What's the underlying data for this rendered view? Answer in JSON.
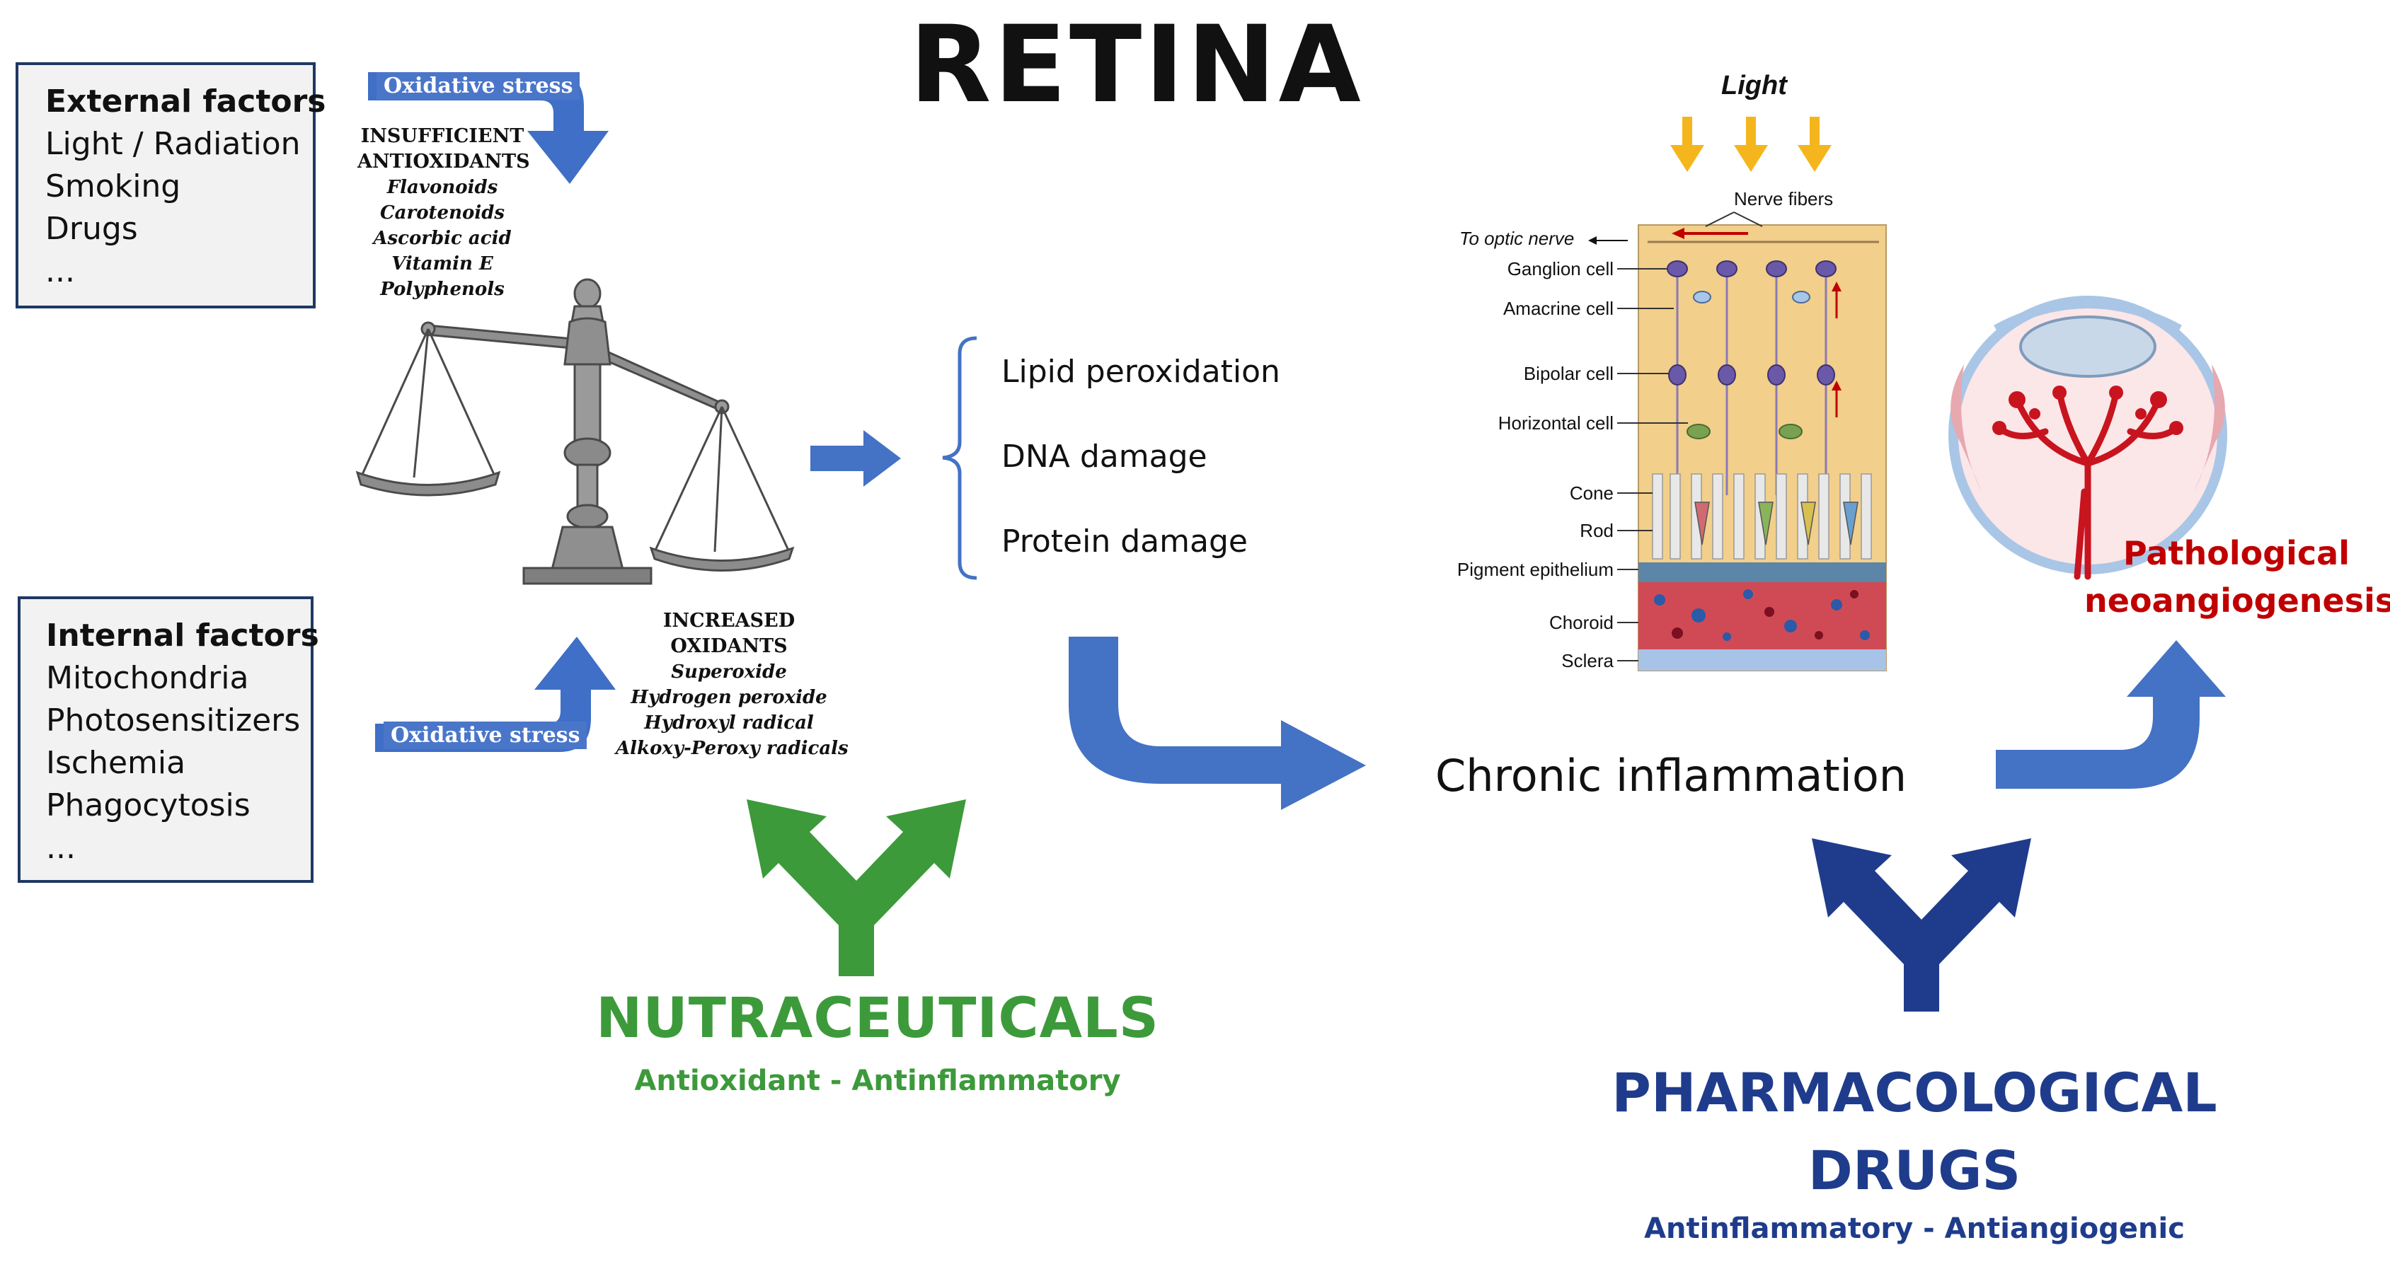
{
  "title": "RETINA",
  "external_box": {
    "heading": "External factors",
    "items": [
      "Light / Radiation",
      "Smoking",
      "Drugs",
      "..."
    ]
  },
  "internal_box": {
    "heading": "Internal factors",
    "items": [
      "Mitochondria",
      "Photosensitizers",
      "Ischemia",
      "Phagocytosis",
      "..."
    ]
  },
  "oxidative_stress_label": "Oxidative stress",
  "antioxidants": {
    "heading_line1": "INSUFFICIENT",
    "heading_line2": "ANTIOXIDANTS",
    "items": [
      "Flavonoids",
      "Carotenoids",
      "Ascorbic acid",
      "Vitamin E",
      "Polyphenols"
    ]
  },
  "oxidants": {
    "heading_line1": "INCREASED",
    "heading_line2": "OXIDANTS",
    "items": [
      "Superoxide",
      "Hydrogen peroxide",
      "Hydroxyl radical",
      "Alkoxy-Peroxy radicals"
    ]
  },
  "damage_items": [
    "Lipid peroxidation",
    "DNA damage",
    "Protein damage"
  ],
  "retina_labels": {
    "light": "Light",
    "nerve_fibers": "Nerve fibers",
    "to_optic_nerve": "To optic nerve",
    "layers": [
      "Ganglion cell",
      "Amacrine cell",
      "Bipolar cell",
      "Horizontal cell",
      "Cone",
      "Rod",
      "Pigment epithelium",
      "Choroid",
      "Sclera"
    ]
  },
  "chronic_inflammation": "Chronic inflammation",
  "neoangiogenesis": {
    "line1": "Pathological",
    "line2": "neoangiogenesis"
  },
  "nutraceuticals": {
    "title": "NUTRACEUTICALS",
    "subtitle": "Antioxidant - Antinflammatory"
  },
  "pharmacological": {
    "title_line1": "PHARMACOLOGICAL",
    "title_line2": "DRUGS",
    "subtitle": "Antinflammatory - Antiangiogenic"
  },
  "colors": {
    "box_border": "#1f3864",
    "arrow_blue": "#4472c4",
    "arrow_stress": "#3f6fc6",
    "green": "#3c9a3a",
    "dark_blue": "#1f3c8c",
    "red": "#c00000",
    "gold": "#f5b51c",
    "retina_bg": "#f2cf8a"
  }
}
